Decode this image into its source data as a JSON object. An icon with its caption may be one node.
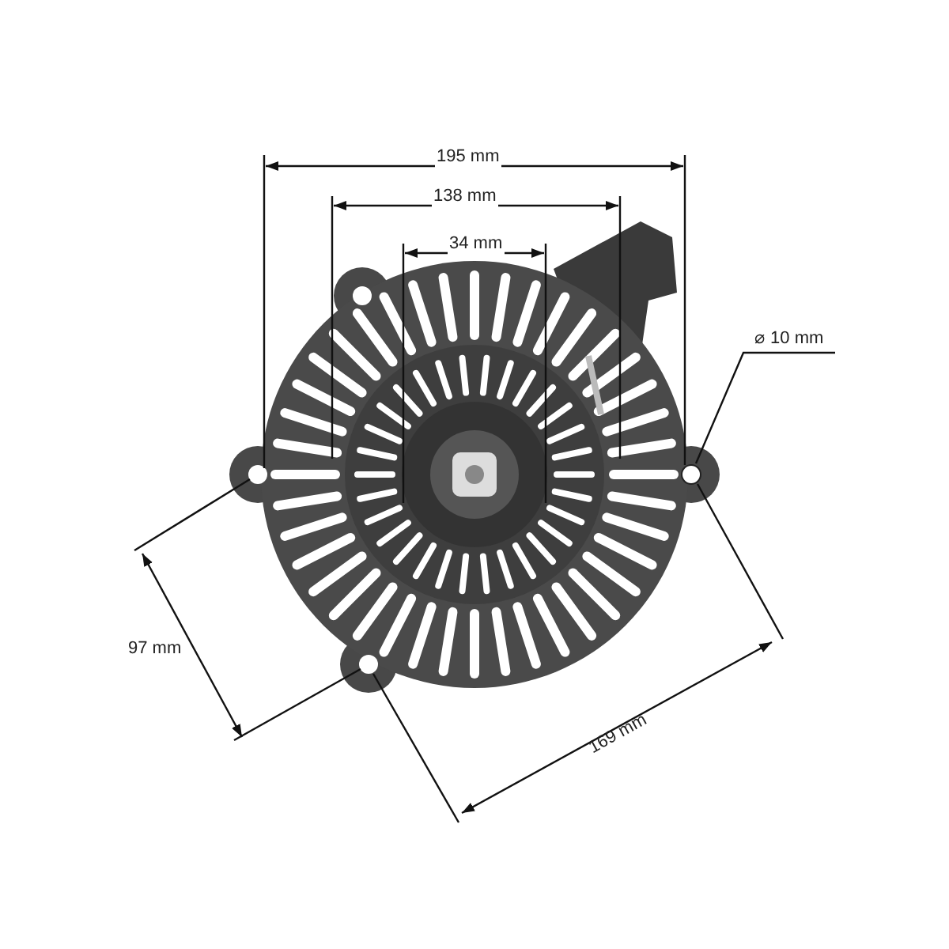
{
  "diagram": {
    "nodes": [
      {
        "text": [
          "⌀ 10 mm"
        ]
      },
      {
        "text": [],
        "shape": "circle"
      }
    ],
    "edges": [
      {
        "from": 0,
        "to": 1,
        "arrow": "none"
      }
    ],
    "labels": [
      "195 mm",
      "138 mm",
      "34 mm",
      "97 mm",
      "169 mm"
    ]
  }
}
